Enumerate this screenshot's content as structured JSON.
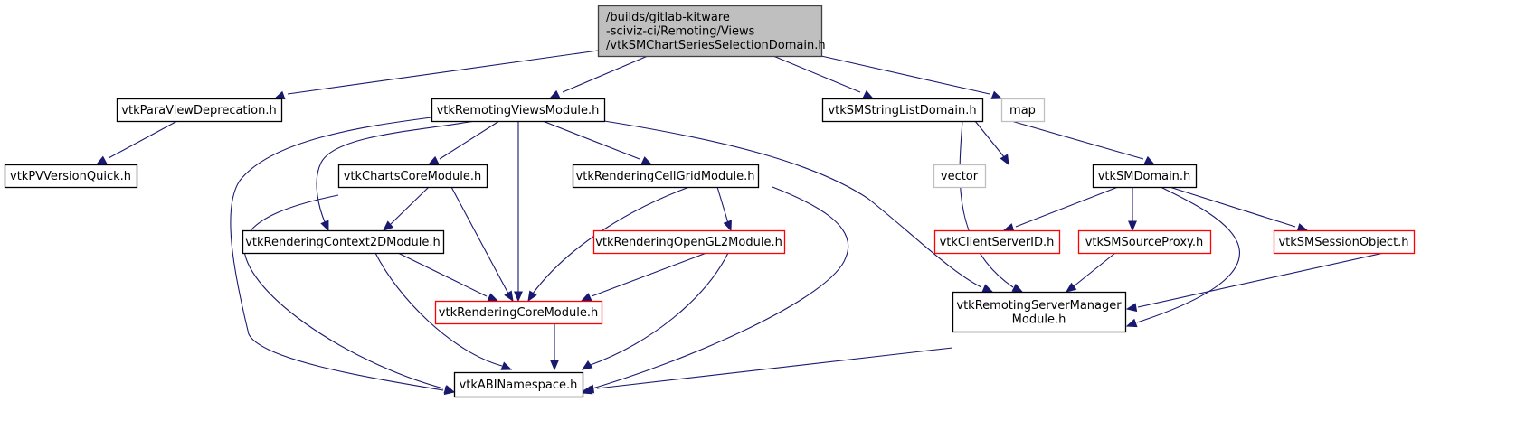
{
  "diagram": {
    "type": "include-dependency-graph",
    "colors": {
      "edge": "#191970",
      "root_fill": "#bfbfbf",
      "root_border": "#404040",
      "documented_border": "#000000",
      "undocumented_border": "#ff0000",
      "external_border": "#bfbfbf",
      "node_fill": "#ffffff"
    },
    "nodes": [
      {
        "id": "root",
        "kind": "root",
        "lines": [
          "/builds/gitlab-kitware",
          "-sciviz-ci/Remoting/Views",
          "/vtkSMChartSeriesSelectionDomain.h"
        ]
      },
      {
        "id": "paraviewdep",
        "kind": "documented",
        "lines": [
          "vtkParaViewDeprecation.h"
        ]
      },
      {
        "id": "pvversion",
        "kind": "documented",
        "lines": [
          "vtkPVVersionQuick.h"
        ]
      },
      {
        "id": "remotingviews",
        "kind": "documented",
        "lines": [
          "vtkRemotingViewsModule.h"
        ]
      },
      {
        "id": "stringlist",
        "kind": "documented",
        "lines": [
          "vtkSMStringListDomain.h"
        ]
      },
      {
        "id": "map",
        "kind": "external",
        "lines": [
          "map"
        ]
      },
      {
        "id": "chartscore",
        "kind": "documented",
        "lines": [
          "vtkChartsCoreModule.h"
        ]
      },
      {
        "id": "cellgrid",
        "kind": "documented",
        "lines": [
          "vtkRenderingCellGridModule.h"
        ]
      },
      {
        "id": "vector",
        "kind": "external",
        "lines": [
          "vector"
        ]
      },
      {
        "id": "smdomain",
        "kind": "documented",
        "lines": [
          "vtkSMDomain.h"
        ]
      },
      {
        "id": "context2d",
        "kind": "documented",
        "lines": [
          "vtkRenderingContext2DModule.h"
        ]
      },
      {
        "id": "opengl2",
        "kind": "undocumented",
        "lines": [
          "vtkRenderingOpenGL2Module.h"
        ]
      },
      {
        "id": "clientserverid",
        "kind": "undocumented",
        "lines": [
          "vtkClientServerID.h"
        ]
      },
      {
        "id": "sourceproxy",
        "kind": "undocumented",
        "lines": [
          "vtkSMSourceProxy.h"
        ]
      },
      {
        "id": "sessionobject",
        "kind": "undocumented",
        "lines": [
          "vtkSMSessionObject.h"
        ]
      },
      {
        "id": "renderingcore",
        "kind": "undocumented",
        "lines": [
          "vtkRenderingCoreModule.h"
        ]
      },
      {
        "id": "servermanager",
        "kind": "documented",
        "lines": [
          "vtkRemotingServerManager",
          "Module.h"
        ]
      },
      {
        "id": "abinamespace",
        "kind": "documented",
        "lines": [
          "vtkABINamespace.h"
        ]
      }
    ],
    "edges": [
      {
        "from": "root",
        "to": "paraviewdep"
      },
      {
        "from": "root",
        "to": "remotingviews"
      },
      {
        "from": "root",
        "to": "stringlist"
      },
      {
        "from": "root",
        "to": "map"
      },
      {
        "from": "paraviewdep",
        "to": "pvversion"
      },
      {
        "from": "remotingviews",
        "to": "chartscore"
      },
      {
        "from": "remotingviews",
        "to": "cellgrid"
      },
      {
        "from": "remotingviews",
        "to": "context2d"
      },
      {
        "from": "remotingviews",
        "to": "renderingcore"
      },
      {
        "from": "remotingviews",
        "to": "servermanager"
      },
      {
        "from": "remotingviews",
        "to": "abinamespace"
      },
      {
        "from": "chartscore",
        "to": "context2d"
      },
      {
        "from": "chartscore",
        "to": "renderingcore"
      },
      {
        "from": "chartscore",
        "to": "abinamespace"
      },
      {
        "from": "cellgrid",
        "to": "opengl2"
      },
      {
        "from": "cellgrid",
        "to": "renderingcore"
      },
      {
        "from": "cellgrid",
        "to": "abinamespace"
      },
      {
        "from": "context2d",
        "to": "renderingcore"
      },
      {
        "from": "context2d",
        "to": "abinamespace"
      },
      {
        "from": "opengl2",
        "to": "renderingcore"
      },
      {
        "from": "opengl2",
        "to": "abinamespace"
      },
      {
        "from": "renderingcore",
        "to": "abinamespace"
      },
      {
        "from": "stringlist",
        "to": "vector"
      },
      {
        "from": "stringlist",
        "to": "smdomain"
      },
      {
        "from": "stringlist",
        "to": "servermanager"
      },
      {
        "from": "smdomain",
        "to": "clientserverid"
      },
      {
        "from": "smdomain",
        "to": "sourceproxy"
      },
      {
        "from": "smdomain",
        "to": "sessionobject"
      },
      {
        "from": "smdomain",
        "to": "servermanager"
      },
      {
        "from": "sourceproxy",
        "to": "servermanager"
      },
      {
        "from": "sessionobject",
        "to": "servermanager"
      },
      {
        "from": "servermanager",
        "to": "abinamespace"
      }
    ]
  }
}
